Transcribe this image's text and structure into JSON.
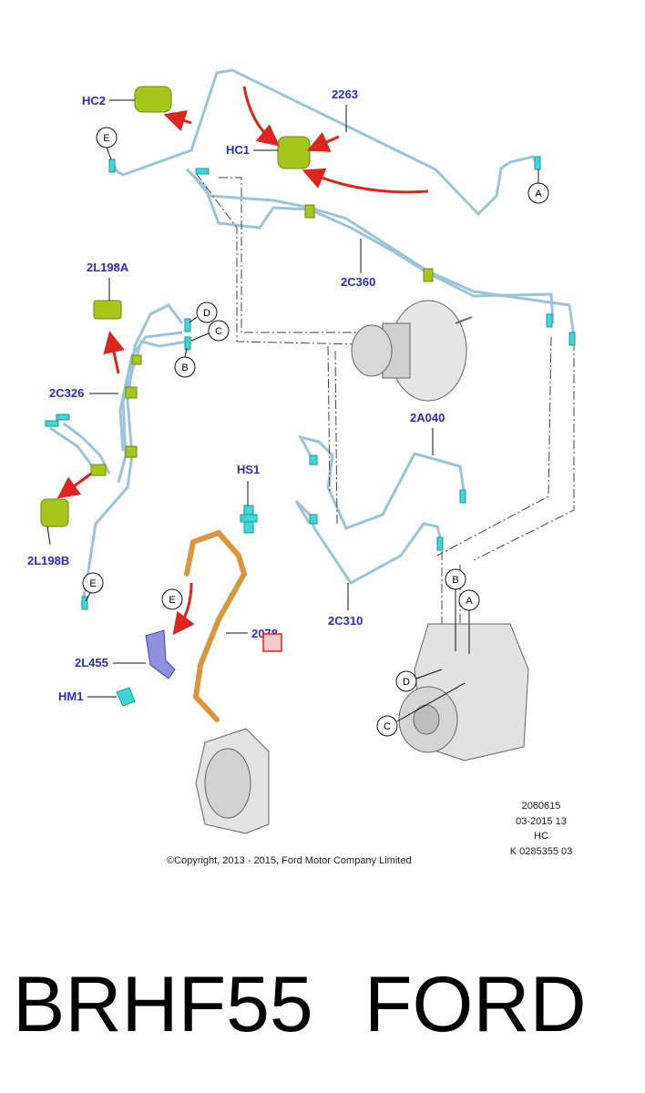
{
  "diagram": {
    "labels": {
      "hc2": "HC2",
      "hc1": "HC1",
      "p2263": "2263",
      "p2c360": "2C360",
      "p2l198a": "2L198A",
      "p2c326": "2C326",
      "p2l198b": "2L198B",
      "hs1": "HS1",
      "p2a040": "2A040",
      "p2078": "2078",
      "p2l455": "2L455",
      "hm1": "HM1",
      "p2c310": "2C310"
    },
    "callouts": {
      "a": "A",
      "b": "B",
      "c": "C",
      "d": "D",
      "e": "E"
    },
    "meta": {
      "line1": "2060615",
      "line2": "03-2015 13",
      "line3": "HC",
      "line4": "K 0285355 03"
    },
    "copyright": "©Copyright, 2013 - 2015, Ford Motor Company Limited"
  },
  "footer": {
    "code": "BRHF55",
    "brand": "FORD"
  },
  "colors": {
    "label_blue": "#2b2fb5",
    "pipe_blue": "#9cc4d8",
    "bracket_green": "#a6c61c",
    "arrow_red": "#e0231c",
    "hose_orange": "#d9963a",
    "fitting_cyan": "#3fd6d6"
  }
}
